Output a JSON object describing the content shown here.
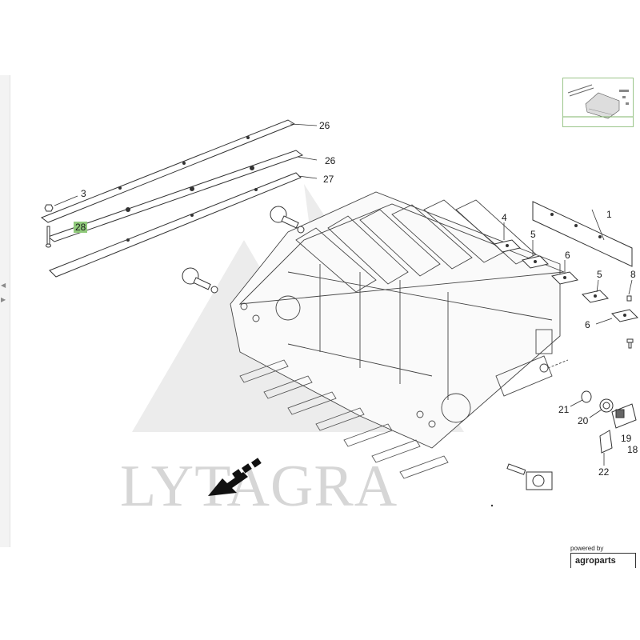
{
  "watermark": {
    "text": "LYTAGRA"
  },
  "branding": {
    "powered_by": "powered by",
    "name": "agroparts"
  },
  "callouts": {
    "c26a": "26",
    "c26b": "26",
    "c27": "27",
    "c3": "3",
    "c28": "28",
    "c1": "1",
    "c4": "4",
    "c5a": "5",
    "c6a": "6",
    "c5b": "5",
    "c8": "8",
    "c6b": "6",
    "c21": "21",
    "c20": "20",
    "c19": "19",
    "c18": "18",
    "c22": "22"
  },
  "highlight": {
    "part": "28",
    "color": "#8fc97a"
  },
  "nav": {
    "prev_icon": "chevron-left-icon",
    "next_icon": "chevron-right-icon"
  }
}
